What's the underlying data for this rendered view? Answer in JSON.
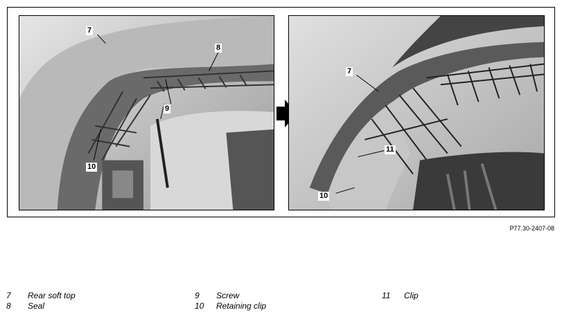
{
  "figure": {
    "id": "P77.30-2407-08",
    "left_callouts": [
      "7",
      "8",
      "9",
      "10"
    ],
    "right_callouts": [
      "7",
      "11",
      "10"
    ]
  },
  "legend": [
    {
      "num": "7",
      "label": "Rear soft top"
    },
    {
      "num": "8",
      "label": "Seal"
    },
    {
      "num": "9",
      "label": "Screw"
    },
    {
      "num": "10",
      "label": "Retaining clip"
    },
    {
      "num": "11",
      "label": "Clip"
    }
  ]
}
